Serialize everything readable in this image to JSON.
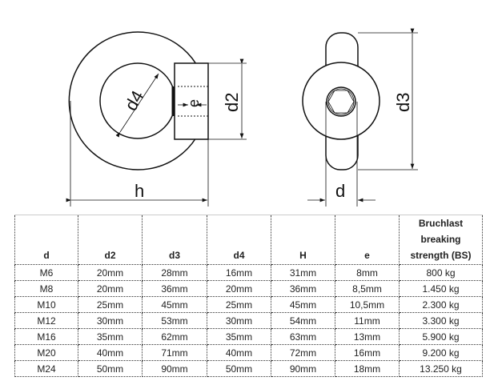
{
  "drawing": {
    "labels": {
      "h": "h",
      "d2": "d2",
      "d3": "d3",
      "d4": "d4",
      "e": "e",
      "d": "d"
    }
  },
  "table": {
    "headers": [
      "d",
      "d2",
      "d3",
      "d4",
      "H",
      "e",
      "Bruchlast breaking strength (BS)"
    ],
    "header_bs_lines": [
      "Bruchlast",
      "breaking",
      "strength (BS)"
    ],
    "rows": [
      [
        "M6",
        "20mm",
        "28mm",
        "16mm",
        "31mm",
        "8mm",
        "800 kg"
      ],
      [
        "M8",
        "20mm",
        "36mm",
        "20mm",
        "36mm",
        "8,5mm",
        "1.450 kg"
      ],
      [
        "M10",
        "25mm",
        "45mm",
        "25mm",
        "45mm",
        "10,5mm",
        "2.300 kg"
      ],
      [
        "M12",
        "30mm",
        "53mm",
        "30mm",
        "54mm",
        "11mm",
        "3.300 kg"
      ],
      [
        "M16",
        "35mm",
        "62mm",
        "35mm",
        "63mm",
        "13mm",
        "5.900 kg"
      ],
      [
        "M20",
        "40mm",
        "71mm",
        "40mm",
        "72mm",
        "16mm",
        "9.200 kg"
      ],
      [
        "M24",
        "50mm",
        "90mm",
        "50mm",
        "90mm",
        "18mm",
        "13.250 kg"
      ]
    ]
  }
}
